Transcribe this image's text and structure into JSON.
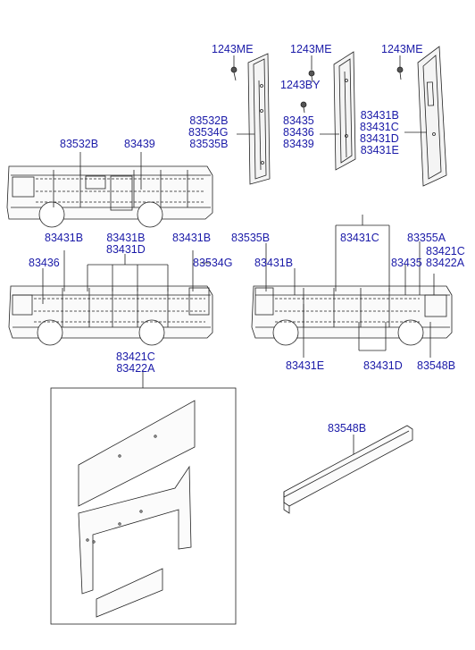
{
  "diagram": {
    "top_row": {
      "left_panel": {
        "screw": "1243ME",
        "parts": [
          "83532B",
          "83534G",
          "83535B"
        ]
      },
      "middle_panel": {
        "screw_a": "1243ME",
        "screw_b": "1243BY",
        "parts": [
          "83435",
          "83436",
          "83439"
        ]
      },
      "right_panel": {
        "screw": "1243ME",
        "parts": [
          "83431B",
          "83431C",
          "83431D",
          "83431E"
        ]
      }
    },
    "bus_top": {
      "labels": [
        "83532B",
        "83439"
      ]
    },
    "bus_left": {
      "labels_top": [
        "83431B",
        "83431B",
        "83431D",
        "83431B"
      ],
      "left": "83436",
      "right": "83534G"
    },
    "bus_right": {
      "top_left": "83535B",
      "mid_left": "83431B",
      "top_center": "83431C",
      "top_right_a": "83355A",
      "top_right_b": [
        "83421C",
        "83422A"
      ],
      "mid_right": "83435",
      "bottom_left": "83431E",
      "bottom_center": "83431D",
      "bottom_right": "83548B"
    },
    "insulation_kit": {
      "parts": [
        "83421C",
        "83422A"
      ]
    },
    "step_molding": {
      "part": "83548B"
    }
  }
}
